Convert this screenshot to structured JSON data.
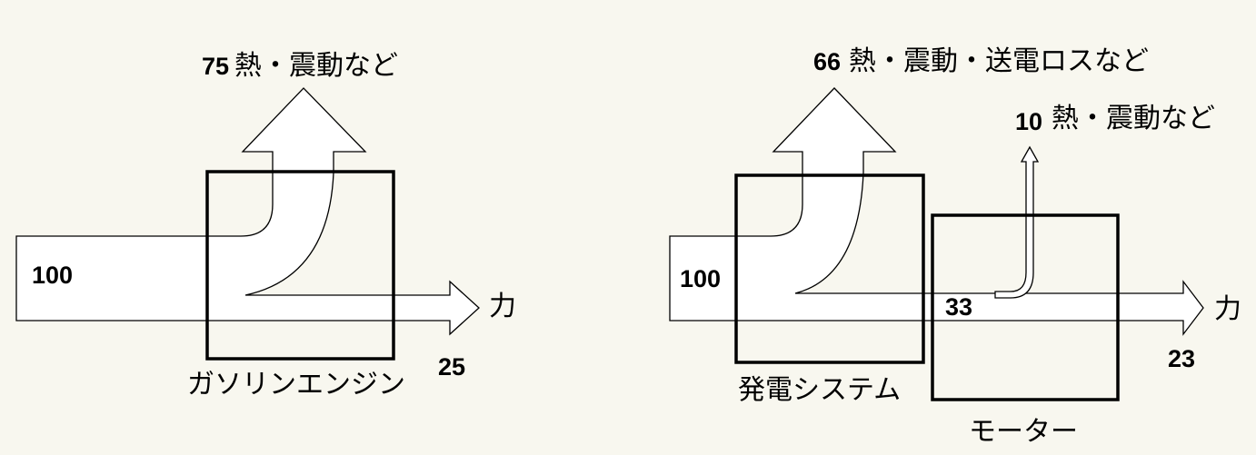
{
  "left_diagram": {
    "input_value": "100",
    "loss_value": "75",
    "loss_label": "熱・震動など",
    "output_value": "25",
    "output_label": "力",
    "engine_label": "ガソリンエンジン"
  },
  "right_diagram": {
    "input_value": "100",
    "loss_value": "66",
    "loss_label": "熱・震動・送電ロスなど",
    "mid_value": "33",
    "motor_loss_value": "10",
    "motor_loss_label": "熱・震動など",
    "output_value": "23",
    "output_label": "力",
    "generator_label": "発電システム",
    "motor_label": "モーター"
  }
}
